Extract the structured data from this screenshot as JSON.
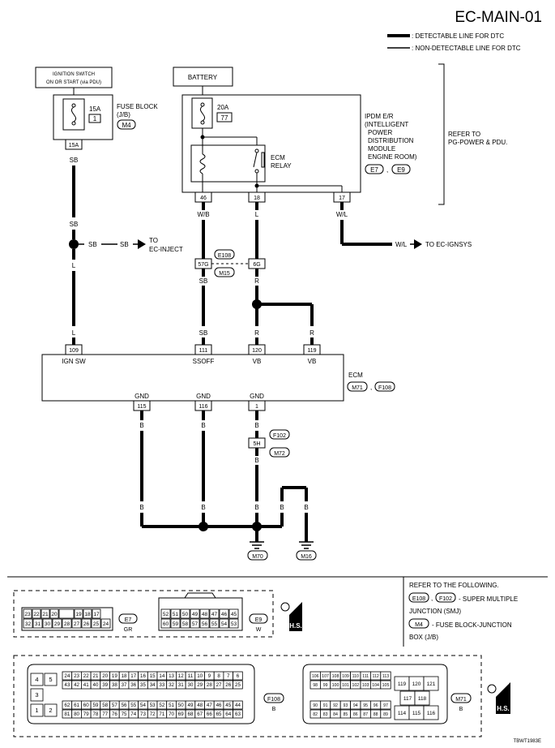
{
  "page_title": "EC-MAIN-01",
  "legend": {
    "detectable": ": DETECTABLE LINE FOR DTC",
    "non_detectable": ": NON-DETECTABLE LINE FOR DTC"
  },
  "ignition_switch": {
    "line1": "IGNITION SWITCH",
    "line2": "ON OR START (via PDU)"
  },
  "fuse_block": {
    "label1": "FUSE BLOCK",
    "label2": "(J/B)",
    "connector": "M4",
    "fuse_amp": "15A",
    "fuse_num": "1",
    "terminal": "15A"
  },
  "battery": "BATTERY",
  "ipdm": {
    "lines": [
      "IPDM E/R",
      "(INTELLIGENT",
      "POWER",
      "DISTRIBUTION",
      "MODULE",
      "ENGINE ROOM)"
    ],
    "conn_a": "E7",
    "sep": ",",
    "conn_b": "E9",
    "fuse_amp": "20A",
    "fuse_num": "77",
    "relay1": "ECM",
    "relay2": "RELAY"
  },
  "refer_pg": {
    "line1": "REFER TO",
    "line2": "PG-POWER & PDU."
  },
  "terminals": {
    "t46": "46",
    "t18": "18",
    "t17": "17",
    "t57g": "57G",
    "t6g": "6G",
    "t5h": "5H",
    "t109": "109",
    "t111": "111",
    "t120": "120",
    "t119": "119",
    "t115": "115",
    "t116": "116",
    "t1": "1"
  },
  "wires": {
    "sb": "SB",
    "l": "L",
    "wb": "W/B",
    "wl": "W/L",
    "r": "R",
    "b": "B"
  },
  "arrows": {
    "inject1": "TO",
    "inject2": "EC-INJECT",
    "ignsys": "TO EC-IGNSYS"
  },
  "connectors": {
    "e108": "E108",
    "m15": "M15",
    "f102": "F102",
    "m72": "M72",
    "m70": "M70",
    "m16": "M16"
  },
  "ecm": {
    "name": "ECM",
    "conn_a": "M71",
    "sep": ",",
    "conn_b": "F108",
    "pins": {
      "ign_sw": "IGN SW",
      "ssoff": "SSOFF",
      "vb1": "VB",
      "vb2": "VB",
      "gnd1": "GND",
      "gnd2": "GND",
      "gnd3": "GND"
    }
  },
  "refer_following": {
    "head": "REFER TO THE FOLLOWING.",
    "smj_a": "E108",
    "smj_sep": ",",
    "smj_b": "F102",
    "smj_text": "- SUPER MULTIPLE",
    "smj_text2": "JUNCTION (SMJ)",
    "fb_conn": "M4",
    "fb_text": "- FUSE BLOCK-JUNCTION",
    "fb_text2": "BOX (J/B)"
  },
  "e7_face": {
    "row1": [
      "23",
      "22",
      "21",
      "20",
      "",
      "19",
      "18",
      "17"
    ],
    "row2": [
      "32",
      "31",
      "30",
      "29",
      "28",
      "27",
      "26",
      "25",
      "24"
    ],
    "conn": "E7",
    "color": "GR"
  },
  "e9_face": {
    "row1": [
      "52",
      "51",
      "50",
      "49",
      "48",
      "47",
      "46",
      "45"
    ],
    "row2": [
      "60",
      "59",
      "58",
      "57",
      "56",
      "55",
      "54",
      "53"
    ],
    "conn": "E9",
    "color": "W"
  },
  "f108_face": {
    "left": [
      "4",
      "5",
      "3",
      "1",
      "2"
    ],
    "row1": [
      "24",
      "23",
      "22",
      "21",
      "20",
      "19",
      "18",
      "17",
      "16",
      "15",
      "14",
      "13",
      "12",
      "11",
      "10",
      "9",
      "8",
      "7",
      "6"
    ],
    "row2": [
      "43",
      "42",
      "41",
      "40",
      "39",
      "38",
      "37",
      "36",
      "35",
      "34",
      "33",
      "32",
      "31",
      "30",
      "29",
      "28",
      "27",
      "26",
      "25"
    ],
    "row3": [
      "62",
      "61",
      "60",
      "59",
      "58",
      "57",
      "56",
      "55",
      "54",
      "53",
      "52",
      "51",
      "50",
      "49",
      "48",
      "47",
      "46",
      "45",
      "44"
    ],
    "row4": [
      "81",
      "80",
      "79",
      "78",
      "77",
      "76",
      "75",
      "74",
      "73",
      "72",
      "71",
      "70",
      "69",
      "68",
      "67",
      "66",
      "65",
      "64",
      "63"
    ],
    "conn": "F108",
    "color": "B"
  },
  "m71_face": {
    "row1": [
      "106",
      "107",
      "108",
      "109",
      "110",
      "111",
      "112",
      "113"
    ],
    "row2": [
      "98",
      "99",
      "100",
      "101",
      "102",
      "103",
      "104",
      "105"
    ],
    "row3": [
      "90",
      "91",
      "92",
      "93",
      "94",
      "95",
      "96",
      "97"
    ],
    "row4": [
      "82",
      "83",
      "84",
      "85",
      "86",
      "87",
      "88",
      "89"
    ],
    "right": [
      "119",
      "120",
      "121",
      "117",
      "118",
      "114",
      "115",
      "116"
    ],
    "conn": "M71",
    "color": "B"
  },
  "hs_badge": "H.S.",
  "footer_code": "TBWT1983E"
}
